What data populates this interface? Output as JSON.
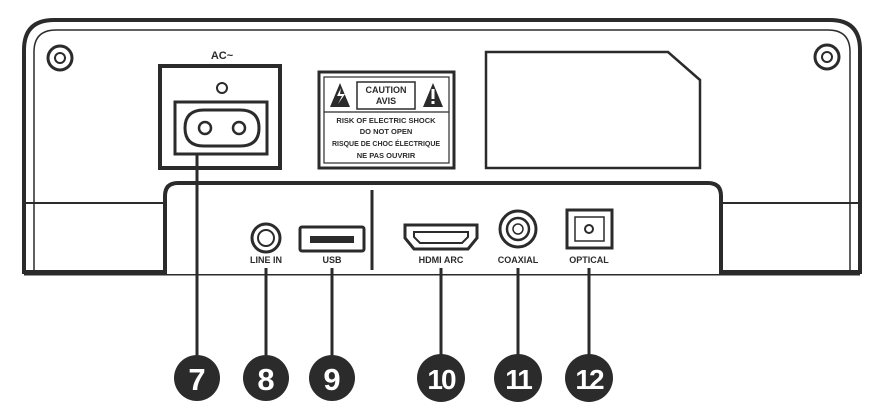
{
  "power": {
    "label": "AC~"
  },
  "caution": {
    "title_line1": "CAUTION",
    "title_line2": "AVIS",
    "lines": [
      "RISK OF ELECTRIC SHOCK",
      "DO NOT OPEN",
      "RISQUE DE CHOC ÉLECTRIQUE",
      "NE PAS OUVRIR"
    ]
  },
  "ports": [
    {
      "label": "LINE IN",
      "number": "8"
    },
    {
      "label": "USB",
      "number": "9"
    },
    {
      "label": "HDMI ARC",
      "number": "10"
    },
    {
      "label": "COAXIAL",
      "number": "11"
    },
    {
      "label": "OPTICAL",
      "number": "12"
    }
  ],
  "ac_number": "7",
  "colors": {
    "stroke": "#2b2b2b",
    "badge": "#2b2b2b",
    "badge_text": "#ffffff"
  }
}
